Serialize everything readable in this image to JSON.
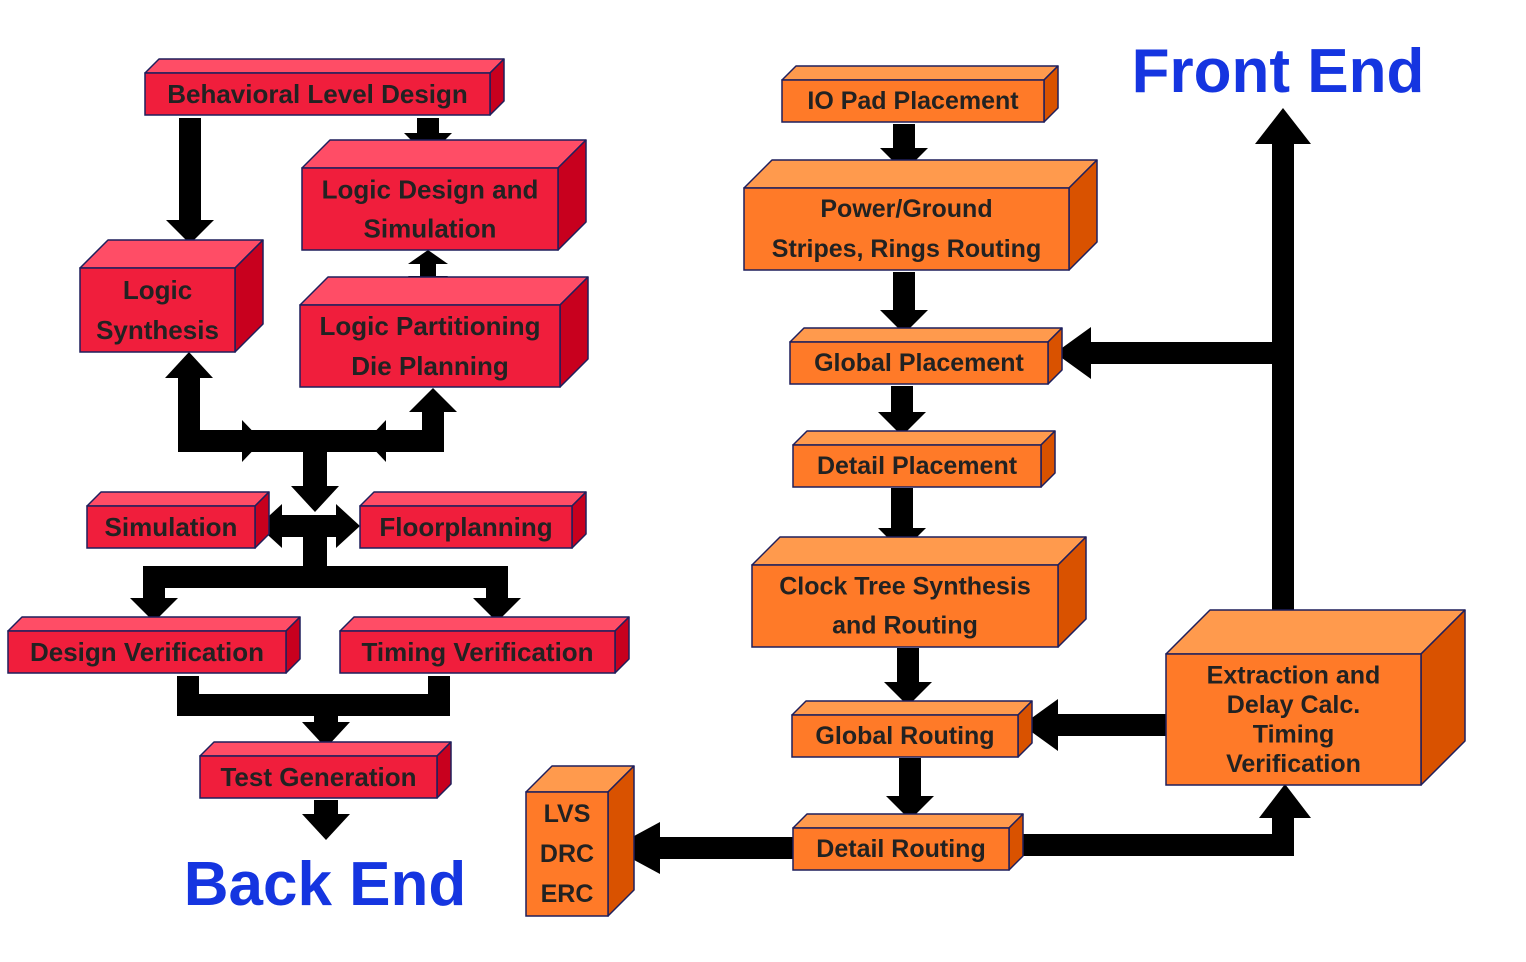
{
  "titles": {
    "front_end": "Front End",
    "back_end": "Back End"
  },
  "colors": {
    "red_front": "#f01e3c",
    "red_top": "#ff4d66",
    "red_side": "#c8001e",
    "orange_front": "#ff7a28",
    "orange_top": "#ff9a4d",
    "orange_side": "#d95200",
    "outline": "#1f1f5c",
    "label_text": "#222222",
    "title_text": "#1535e0",
    "arrow": "#000000"
  },
  "boxes": {
    "behavioral": [
      "Behavioral Level Design"
    ],
    "logic_design": [
      "Logic Design and",
      "Simulation"
    ],
    "logic_synthesis": [
      "Logic",
      "Synthesis"
    ],
    "logic_partitioning": [
      "Logic Partitioning",
      "Die Planning"
    ],
    "simulation": [
      "Simulation"
    ],
    "floorplanning": [
      "Floorplanning"
    ],
    "design_verification": [
      "Design Verification"
    ],
    "timing_verification": [
      "Timing Verification"
    ],
    "test_generation": [
      "Test Generation"
    ],
    "io_pad": [
      "IO Pad Placement"
    ],
    "power_ground": [
      "Power/Ground",
      "Stripes, Rings Routing"
    ],
    "global_placement": [
      "Global Placement"
    ],
    "detail_placement": [
      "Detail Placement"
    ],
    "clock_tree": [
      "Clock Tree Synthesis",
      "and Routing"
    ],
    "global_routing": [
      "Global Routing"
    ],
    "detail_routing": [
      "Detail Routing"
    ],
    "extraction": [
      "Extraction and",
      "Delay Calc.",
      "Timing",
      "Verification"
    ],
    "lvs": [
      "LVS",
      "DRC",
      "ERC"
    ]
  }
}
